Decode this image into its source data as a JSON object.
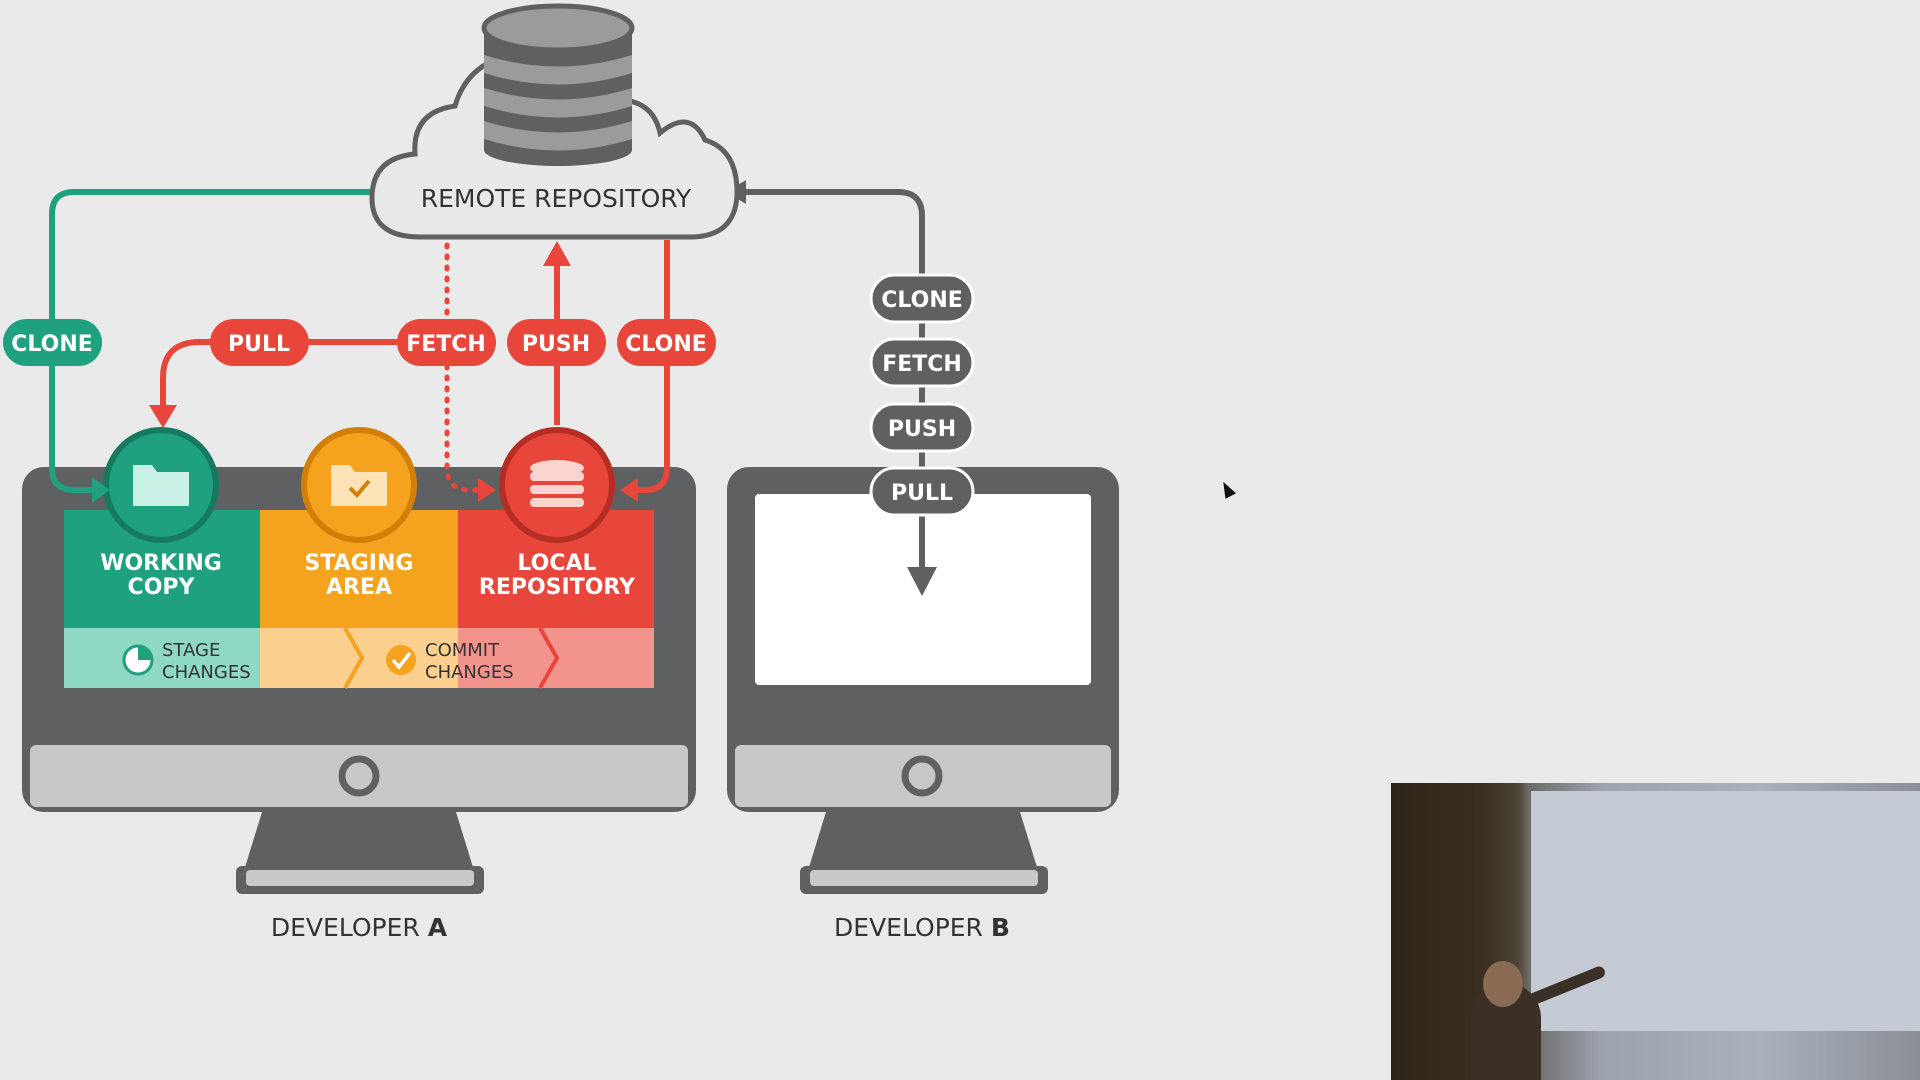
{
  "remote": {
    "label": "REMOTE REPOSITORY"
  },
  "dev_a": {
    "caption_prefix": "DEVELOPER ",
    "caption_letter": "A",
    "actions": {
      "clone": "CLONE",
      "pull": "PULL",
      "fetch": "FETCH",
      "push": "PUSH",
      "clone_right": "CLONE"
    },
    "stages": {
      "working_line1": "WORKING",
      "working_line2": "COPY",
      "staging_line1": "STAGING",
      "staging_line2": "AREA",
      "local_line1": "LOCAL",
      "local_line2": "REPOSITORY"
    },
    "steps": {
      "stage_line1": "STAGE",
      "stage_line2": "CHANGES",
      "commit_line1": "COMMIT",
      "commit_line2": "CHANGES"
    }
  },
  "dev_b": {
    "caption_prefix": "DEVELOPER ",
    "caption_letter": "B",
    "actions": [
      "CLONE",
      "FETCH",
      "PUSH",
      "PULL"
    ]
  },
  "colors": {
    "teal": "#1fa07f",
    "orange": "#f5a21f",
    "red": "#e8463b",
    "dark": "#5f6061",
    "light": "#c8c8c8"
  },
  "overlay": {
    "webcam": "presenter-webcam-feed"
  }
}
